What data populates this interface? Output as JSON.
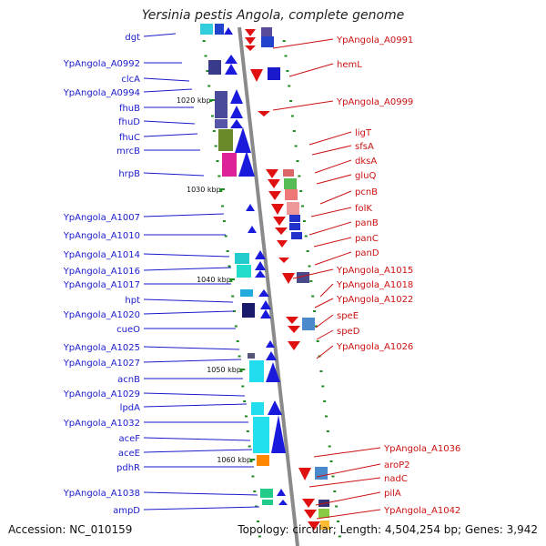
{
  "title": "Yersinia pestis Angola, complete genome",
  "footer": {
    "accession": "Accession: NC_010159",
    "topology": "Topology: circular; Length: 4,504,254 bp; Genes: 3,942"
  },
  "scale_labels": [
    "1020 kbp",
    "1030 kbp",
    "1040 kbp",
    "1050 kbp",
    "1060 kbp"
  ],
  "left_labels": [
    "dgt",
    "YpAngola_A0992",
    "clcA",
    "YpAngola_A0994",
    "fhuB",
    "fhuD",
    "fhuC",
    "mrcB",
    "hrpB",
    "YpAngola_A1007",
    "YpAngola_A1010",
    "YpAngola_A1014",
    "YpAngola_A1016",
    "YpAngola_A1017",
    "hpt",
    "YpAngola_A1020",
    "cueO",
    "YpAngola_A1025",
    "YpAngola_A1027",
    "acnB",
    "YpAngola_A1029",
    "lpdA",
    "YpAngola_A1032",
    "aceF",
    "aceE",
    "pdhR",
    "YpAngola_A1038",
    "ampD"
  ],
  "right_labels": [
    "YpAngola_A0991",
    "hemL",
    "YpAngola_A0999",
    "ligT",
    "sfsA",
    "dksA",
    "gluQ",
    "pcnB",
    "folK",
    "panB",
    "panC",
    "panD",
    "YpAngola_A1015",
    "YpAngola_A1018",
    "YpAngola_A1022",
    "speE",
    "speD",
    "YpAngola_A1026",
    "YpAngola_A1036",
    "aroP2",
    "nadC",
    "pilA",
    "YpAngola_A1042"
  ],
  "colors": {
    "left_text": "#1a1acc",
    "right_text": "#cc1111",
    "backbone": "#8a8a8a",
    "tick": "#1f8a1f"
  }
}
